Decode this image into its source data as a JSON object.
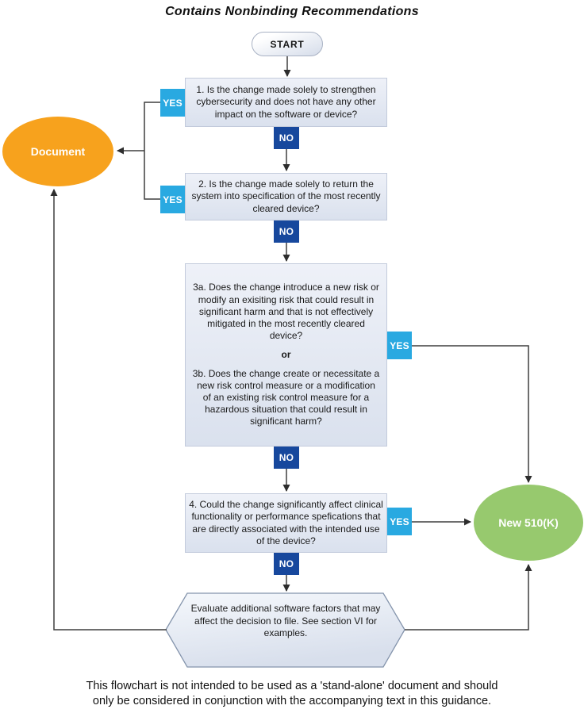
{
  "title": "Contains Nonbinding Recommendations",
  "start": {
    "label": "START"
  },
  "decision_labels": {
    "yes": "YES",
    "no": "NO"
  },
  "questions": {
    "q1": "1. Is the change made solely to strengthen cybersecurity and does not have any other impact on the software or device?",
    "q2": "2. Is the change made solely to return the system into specification of the most recently cleared device?",
    "q3a": "3a. Does the change introduce a new risk or modify an exisiting risk that could result in significant harm and that is not effectively mitigated in the most recently cleared device?",
    "q3_connector": "or",
    "q3b": "3b. Does the change create or necessitate a new risk control measure or a modification of an existing risk control measure for a hazardous situation that could result in significant harm?",
    "q4": "4. Could the change significantly affect clinical functionality or performance spefications that are directly associated with the intended use of the device?"
  },
  "process": {
    "evaluate": "Evaluate additional software factors that may affect the decision to file. See section VI for examples."
  },
  "terminals": {
    "document": "Document",
    "new_510k": "New 510(K)"
  },
  "footer": {
    "line1": "This flowchart is not intended to be used as a 'stand-alone' document and should",
    "line2": "only be considered in conjunction with the accompanying text in this guidance."
  },
  "colors": {
    "yes_badge": "#29A9E1",
    "no_badge": "#17489D",
    "document_ellipse": "#F7A21D",
    "new_510k_ellipse": "#97C96E",
    "box_fill_top": "#EEF1F8",
    "box_fill_bottom": "#DAE1EE",
    "box_border": "#C3CBDC",
    "connector": "#3F3F3F"
  }
}
